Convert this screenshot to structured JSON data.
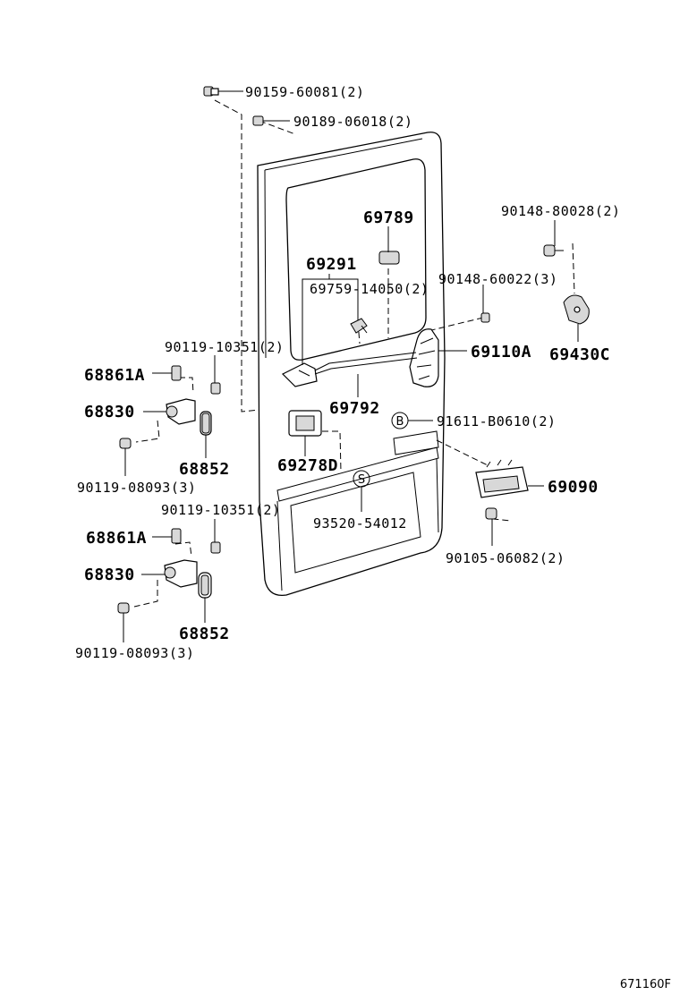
{
  "labels": {
    "p90159": "90159-60081(2)",
    "p90189": "90189-06018(2)",
    "p69789": "69789",
    "p90148_80028": "90148-80028(2)",
    "p69291": "69291",
    "p69759": "69759-14050(2)",
    "p90148_60022": "90148-60022(3)",
    "p69110A": "69110A",
    "p69430C": "69430C",
    "p90119_10351_a": "90119-10351(2)",
    "p68861A_a": "68861A",
    "p69792": "69792",
    "p68830_a": "68830",
    "p91611": "91611-B0610(2)",
    "p68852_a": "68852",
    "p69278D": "69278D",
    "p69090": "69090",
    "p90119_08093_a": "90119-08093(3)",
    "p90119_10351_b": "90119-10351(2)",
    "p93520": "93520-54012",
    "p68861A_b": "68861A",
    "p90105": "90105-06082(2)",
    "p68830_b": "68830",
    "p68852_b": "68852",
    "p90119_08093_b": "90119-08093(3)"
  },
  "markers": {
    "b": "B",
    "s": "S"
  },
  "drawing_code": "671160F"
}
